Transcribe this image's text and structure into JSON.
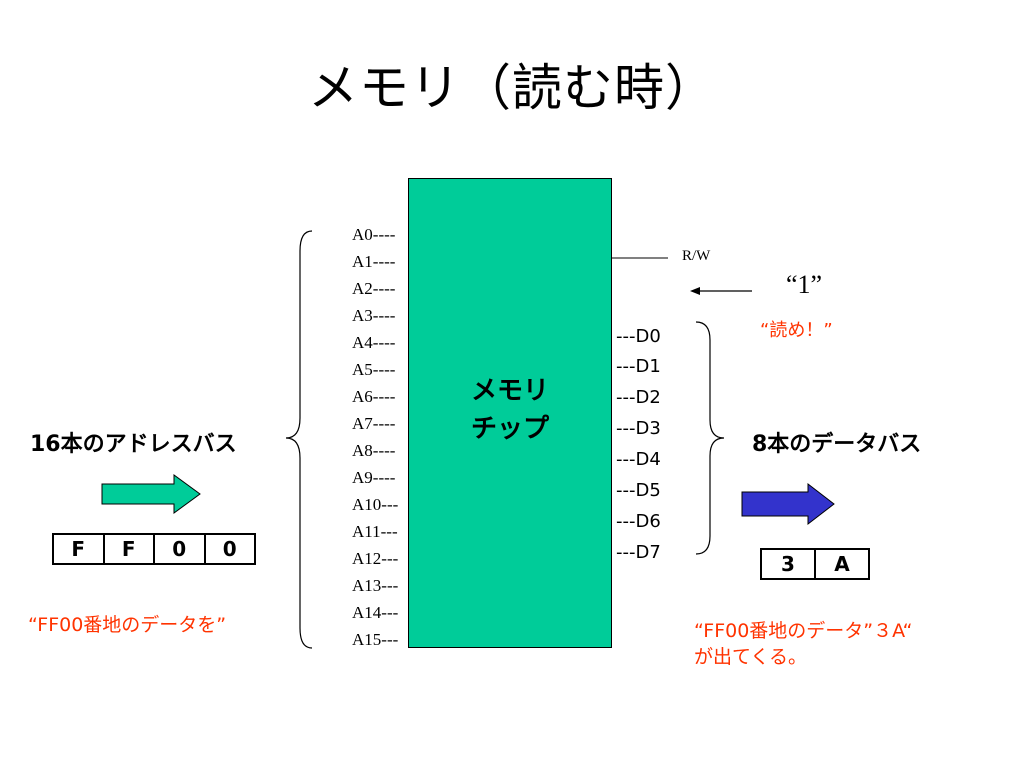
{
  "slide": {
    "title": "メモリ（読む時）",
    "chip_label": [
      "メモリ",
      "チップ"
    ],
    "address_lines": [
      "A0----",
      "A1----",
      "A2----",
      "A3----",
      "A4----",
      "A5----",
      "A6----",
      "A7----",
      "A8----",
      "A9----",
      "A10---",
      "A11---",
      "A12---",
      "A13---",
      "A14---",
      "A15---"
    ],
    "data_lines": [
      "---D0",
      "---D1",
      "---D2",
      "---D3",
      "---D4",
      "---D5",
      "---D6",
      "---D7"
    ],
    "rw_label": "R/W",
    "rw_value": "“1”",
    "read_note": "“読め！”",
    "address_bus_label": "16本のアドレスバス",
    "data_bus_label": "8本のデータバス",
    "address_digits": [
      "F",
      "F",
      "0",
      "0"
    ],
    "data_digits": [
      "3",
      "A"
    ],
    "address_note": "“FF00番地のデータを”",
    "data_note": [
      "“FF00番地のデータ”３A“",
      "が出てくる。"
    ],
    "colors": {
      "chip": "#00cc99",
      "address_arrow": "#00cc99",
      "data_arrow": "#3333cc",
      "note_red": "#ff3300"
    },
    "icons": [
      "right-arrow-icon",
      "left-arrow-icon",
      "curly-brace-icon"
    ]
  }
}
